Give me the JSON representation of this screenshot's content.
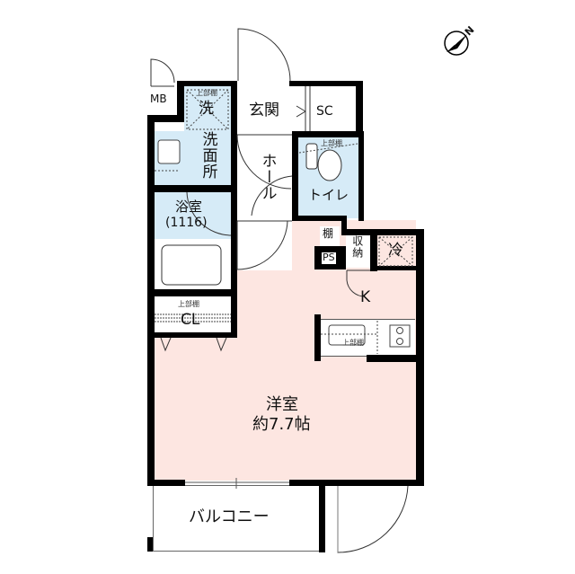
{
  "colors": {
    "wall": "#000000",
    "western_room_fill": "#fde6e1",
    "wet_area_fill": "#d6ebf7",
    "background": "#ffffff"
  },
  "compass": {
    "label": "N",
    "icon": "north-arrow-icon"
  },
  "rooms": {
    "mb": {
      "label": "MB"
    },
    "laundry": {
      "label": "洗",
      "shelf_label": "上部棚"
    },
    "washroom": {
      "label": "洗面所"
    },
    "entrance": {
      "label": "玄関"
    },
    "shoe_closet": {
      "label": "SC"
    },
    "hall": {
      "label": "ホール"
    },
    "toilet": {
      "label": "トイレ",
      "shelf_label": "上部棚"
    },
    "bathroom": {
      "label": "浴室",
      "size": "(1116)"
    },
    "shelf": {
      "label": "棚"
    },
    "ps": {
      "label": "PS"
    },
    "storage": {
      "label": "収納"
    },
    "fridge": {
      "label": "冷"
    },
    "kitchen": {
      "label": "K",
      "shelf_label": "上部棚"
    },
    "closet": {
      "label": "CL",
      "shelf_label": "上部棚"
    },
    "western_room": {
      "label": "洋室",
      "size": "約7.7帖"
    },
    "balcony": {
      "label": "バルコニー"
    }
  }
}
